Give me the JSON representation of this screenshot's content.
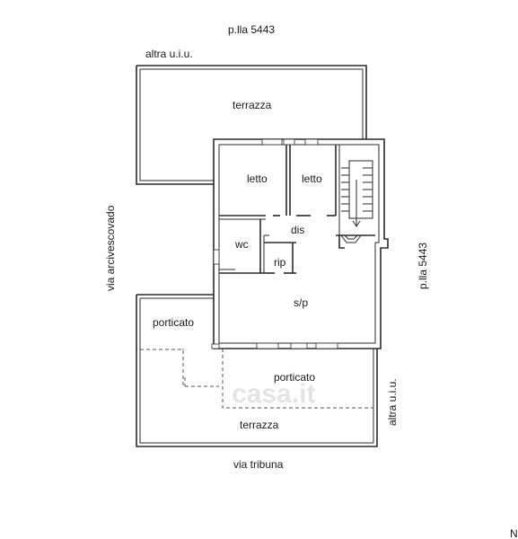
{
  "labels": {
    "parcel_top": "p.lla 5443",
    "parcel_right": "p.lla 5443",
    "other_unit_top": "altra u.i.u.",
    "other_unit_right": "altra u.i.u.",
    "street_left": "via arcivescovado",
    "street_bottom": "via tribuna",
    "corner_mark": "N"
  },
  "rooms": {
    "terrace_top": "terrazza",
    "bedroom_1": "letto",
    "bedroom_2": "letto",
    "hall": "dis",
    "bathroom": "wc",
    "storage": "rip",
    "living": "s/p",
    "porch_left": "porticato",
    "porch_bottom": "porticato",
    "terrace_bottom": "terrazza"
  },
  "watermark": "casa.it"
}
